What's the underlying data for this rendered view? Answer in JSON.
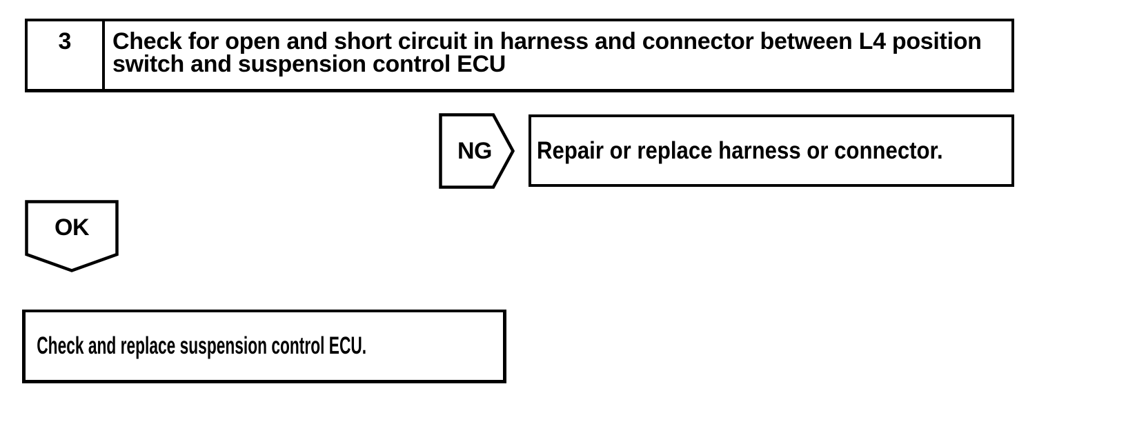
{
  "colors": {
    "ink": "#000000",
    "paper": "#ffffff"
  },
  "flowchart": {
    "step_box": {
      "number": "3",
      "title": "Check for open and short circuit in harness and connector between L4 position switch and suspension control ECU"
    },
    "ng_branch": {
      "label": "NG",
      "action": "Repair or replace harness or connector."
    },
    "ok_branch": {
      "label": "OK",
      "action": "Check and replace suspension control ECU."
    }
  }
}
